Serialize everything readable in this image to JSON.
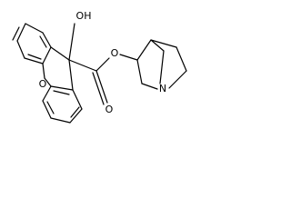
{
  "structure": {
    "labels": {
      "hydroxyl": "OH",
      "ring_oxygen": "O",
      "ester_oxygen": "O",
      "carbonyl_oxygen": "O",
      "nitrogen": "N"
    }
  }
}
